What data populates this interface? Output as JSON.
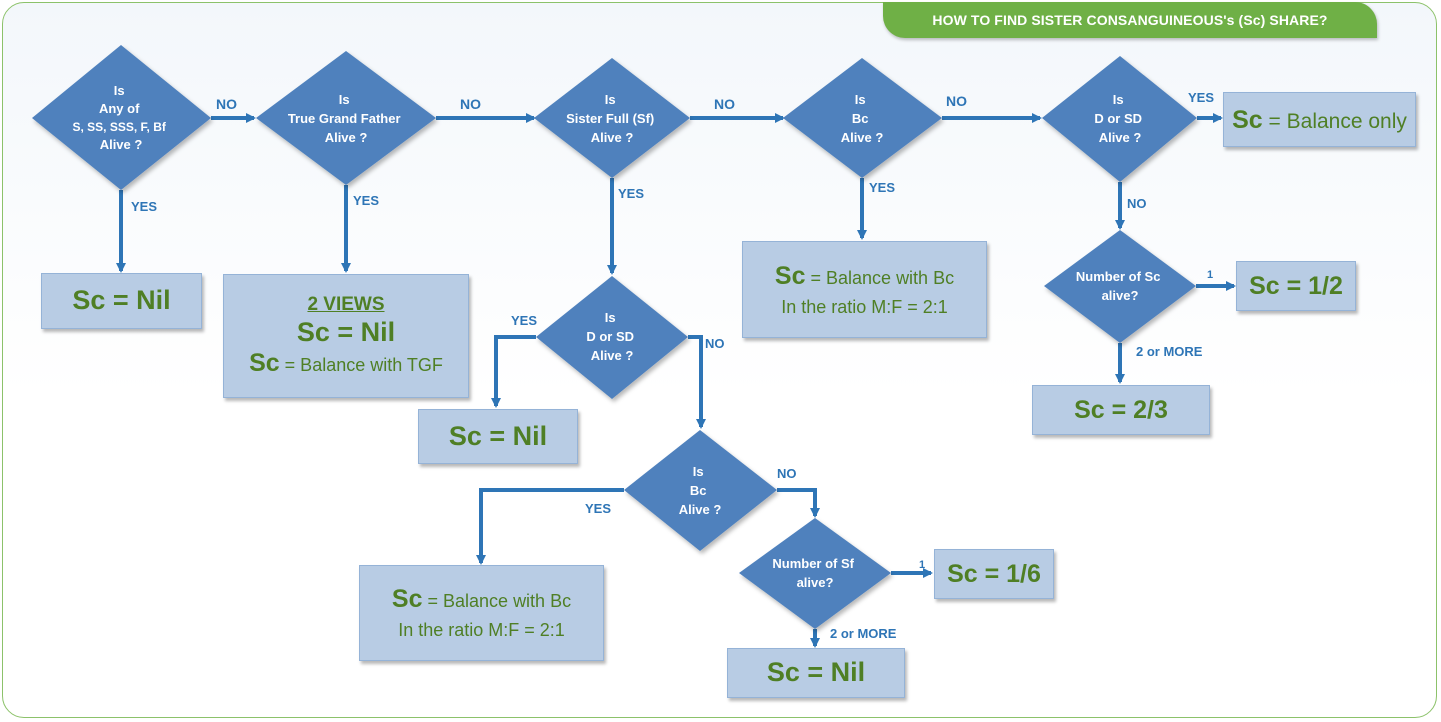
{
  "title": "HOW TO FIND SISTER CONSANGUINEOUS's (Sc) SHARE?",
  "decisions": {
    "d1": [
      "Is",
      "Any of",
      "S, SS, SSS, F, Bf",
      "Alive ?"
    ],
    "d2": [
      "Is",
      "True Grand Father",
      "Alive ?"
    ],
    "d3": [
      "Is",
      "Sister Full (Sf)",
      "Alive ?"
    ],
    "d4": [
      "Is",
      "Bc",
      "Alive ?"
    ],
    "d5": [
      "Is",
      "D or SD",
      "Alive ?"
    ],
    "d6": [
      "Is",
      "D or SD",
      "Alive ?"
    ],
    "d7": [
      "Is",
      "Bc",
      "Alive ?"
    ],
    "d8": [
      "Number of Sf",
      "alive?"
    ],
    "d9": [
      "Number of Sc",
      "alive?"
    ]
  },
  "edge_labels": {
    "d1_no": "NO",
    "d1_yes": "YES",
    "d2_no": "NO",
    "d2_yes": "YES",
    "d3_no": "NO",
    "d3_yes": "YES",
    "d4_no": "NO",
    "d4_yes": "YES",
    "d5_yes": "YES",
    "d5_no": "NO",
    "d6_yes": "YES",
    "d6_no": "NO",
    "d7_yes": "YES",
    "d7_no": "NO",
    "d8_one": "1",
    "d8_more": "2 or MORE",
    "d9_one": "1",
    "d9_more": "2 or MORE"
  },
  "outcomes": {
    "r1": "Sc = Nil",
    "r2_heading": "2 VIEWS",
    "r2_line1": "Sc = Nil",
    "r2_lead": "Sc",
    "r2_line2": " = Balance with TGF",
    "r3_lead": "Sc",
    "r3_line1": " = Balance with Bc",
    "r3_line2": "In the ratio M:F = 2:1",
    "r4_lead": "Sc",
    "r4_text": " = Balance only",
    "r5": "Sc = Nil",
    "r6_lead": "Sc",
    "r6_line1": " = Balance with Bc",
    "r6_line2": "In the ratio M:F = 2:1",
    "r7": "Sc = 1/6",
    "r8": "Sc = Nil",
    "r9": "Sc = 1/2",
    "r10": "Sc = 2/3"
  },
  "colors": {
    "diamond": "#4f81bd",
    "arrow": "#2e75b6",
    "edge_label": "#2e75b6",
    "box_fill": "#b8cce4",
    "box_text": "#4f7f25",
    "title_bg": "#6fb046"
  }
}
